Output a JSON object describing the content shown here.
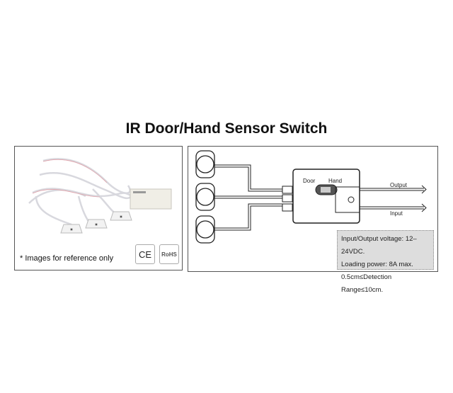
{
  "title": "IR Door/Hand Sensor Switch",
  "left_panel": {
    "note": "* Images for reference only",
    "certifications": [
      "CE",
      "RoHS"
    ]
  },
  "right_panel": {
    "switch_labels": {
      "door": "Door",
      "hand": "Hand"
    },
    "wires": {
      "output": "Output",
      "input": "Input"
    },
    "specs": [
      "Input/Output voltage: 12–24VDC.",
      "Loading power: 8A max.",
      "0.5cm≤Detection Range≤10cm."
    ]
  }
}
